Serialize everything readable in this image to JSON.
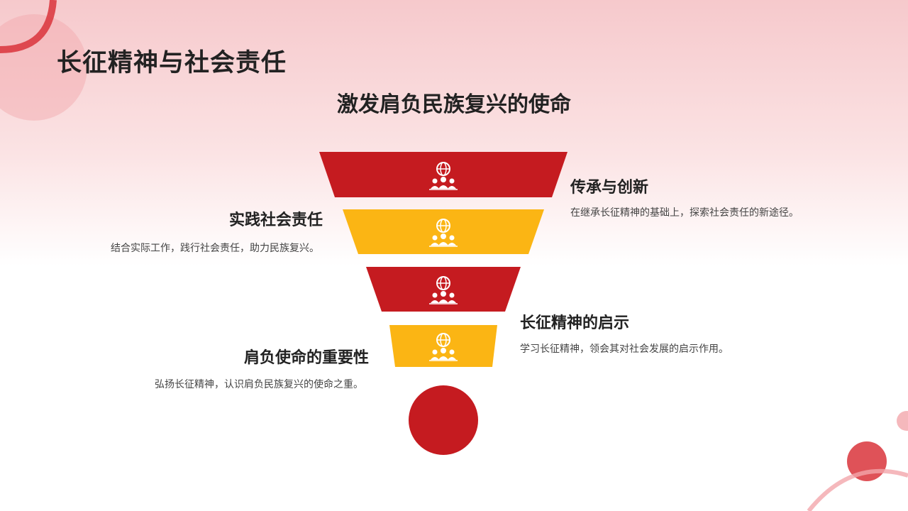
{
  "title": "长征精神与社会责任",
  "subtitle": "激发肩负民族复兴的使命",
  "colors": {
    "red": "#c51b20",
    "yellow": "#fbb514",
    "text": "#222222"
  },
  "icon": "people-globe-icon",
  "funnel": [
    {
      "color": "red"
    },
    {
      "color": "yellow"
    },
    {
      "color": "red"
    },
    {
      "color": "yellow"
    }
  ],
  "items": [
    {
      "label": "传承与创新",
      "desc": "在继承长征精神的基础上，探索社会责任的新途径。"
    },
    {
      "label": "实践社会责任",
      "desc": "结合实际工作，践行社会责任，助力民族复兴。"
    },
    {
      "label": "长征精神的启示",
      "desc": "学习长征精神，领会其对社会发展的启示作用。"
    },
    {
      "label": "肩负使命的重要性",
      "desc": "弘扬长征精神，认识肩负民族复兴的使命之重。"
    }
  ]
}
